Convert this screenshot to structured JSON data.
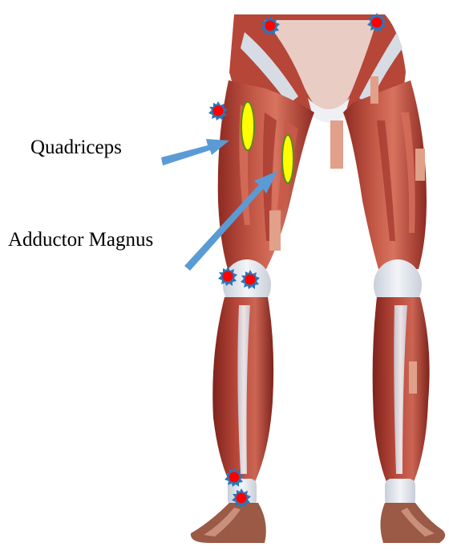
{
  "labels": {
    "quadriceps": "Quadriceps",
    "adductor_magnus": "Adductor Magnus"
  },
  "colors": {
    "arrow": "#5b9bd5",
    "sensor_fill": "#ff0000",
    "sensor_ring": "#2e75b6",
    "electrode_fill": "#ffff00",
    "electrode_stroke": "#5a8a1a",
    "muscle_dark": "#8e2a22",
    "muscle_mid": "#b7473a",
    "muscle_light": "#d26a58",
    "tendon": "#dfe3ea",
    "foot": "#9a5a46"
  },
  "markers": {
    "sensor_icon": "red-star-dot",
    "electrode_icon": "yellow-oval"
  }
}
